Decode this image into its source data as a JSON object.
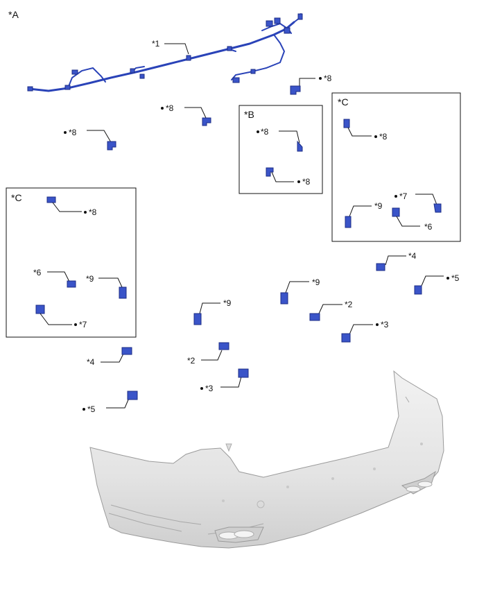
{
  "view_label": "*A",
  "insets": {
    "b": "*B",
    "c": "*C"
  },
  "labels": {
    "p1": "*1",
    "p2": "*2",
    "p3": "*3",
    "p4": "*4",
    "p5": "*5",
    "p6": "*6",
    "p7": "*7",
    "p8": "*8",
    "p9": "*9"
  },
  "colors": {
    "part_blue": "#3a54c8",
    "harness_blue": "#2a43b8",
    "bumper_gray": "#e6e6e6"
  }
}
